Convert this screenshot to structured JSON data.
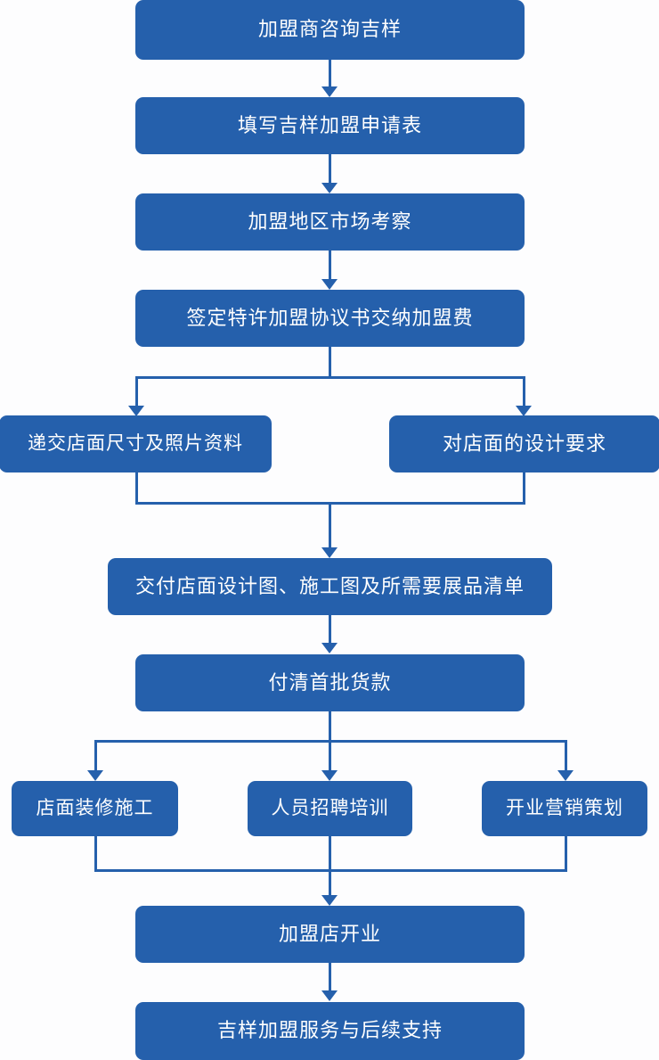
{
  "diagram": {
    "title_text": "",
    "accent_color": "#2560ac",
    "text_color": "#ffffff",
    "background_color": "#fdfdfe",
    "nodes": [
      {
        "id": "n1",
        "label": "加盟商咨询吉样"
      },
      {
        "id": "n2",
        "label": "填写吉样加盟申请表"
      },
      {
        "id": "n3",
        "label": "加盟地区市场考察"
      },
      {
        "id": "n4",
        "label": "签定特许加盟协议书交纳加盟费"
      },
      {
        "id": "n5a",
        "label": "递交店面尺寸及照片资料"
      },
      {
        "id": "n5b",
        "label": "对店面的设计要求"
      },
      {
        "id": "n6",
        "label": "交付店面设计图、施工图及所需要展品清单"
      },
      {
        "id": "n7",
        "label": "付清首批货款"
      },
      {
        "id": "n8a",
        "label": "店面装修施工"
      },
      {
        "id": "n8b",
        "label": "人员招聘培训"
      },
      {
        "id": "n8c",
        "label": "开业营销策划"
      },
      {
        "id": "n9",
        "label": "加盟店开业"
      },
      {
        "id": "n10",
        "label": "吉样加盟服务与后续支持"
      }
    ]
  }
}
